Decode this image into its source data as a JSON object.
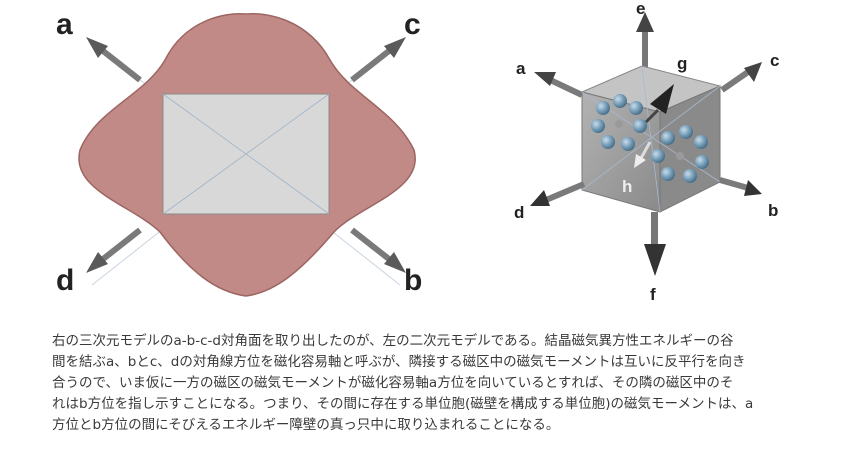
{
  "left_diagram": {
    "labels": {
      "a": "a",
      "b": "b",
      "c": "c",
      "d": "d"
    },
    "colors": {
      "blob": "#c28a86",
      "blob_edge": "#9c6562",
      "square": "#d8d8d8",
      "arrow": "#777777"
    }
  },
  "right_diagram": {
    "labels": {
      "a": "a",
      "b": "b",
      "c": "c",
      "d": "d",
      "e": "e",
      "f": "f",
      "g": "g",
      "h": "h"
    },
    "colors": {
      "cube_front": "#9a9a9a",
      "cube_top": "#bdbdbd",
      "cube_side": "#7d7d7d",
      "sphere": "#6f98b3"
    }
  },
  "caption": {
    "lines": [
      "右の三次元モデルのa-b-c-d対角面を取り出したのが、左の二次元モデルである。結晶磁気異方性エネルギーの谷",
      "間を結ぶa、bとc、dの対角線方位を磁化容易軸と呼ぶが、隣接する磁区中の磁気モーメントは互いに反平行を向き",
      "合うので、いま仮に一方の磁区の磁気モーメントが磁化容易軸a方位を向いているとすれば、その隣の磁区中のそ",
      "れはb方位を指し示すことになる。つまり、その間に存在する単位胞(磁壁を構成する単位胞)の磁気モーメントは、a",
      "方位とb方位の間にそびえるエネルギー障壁の真っ只中に取り込まれることになる。"
    ]
  }
}
